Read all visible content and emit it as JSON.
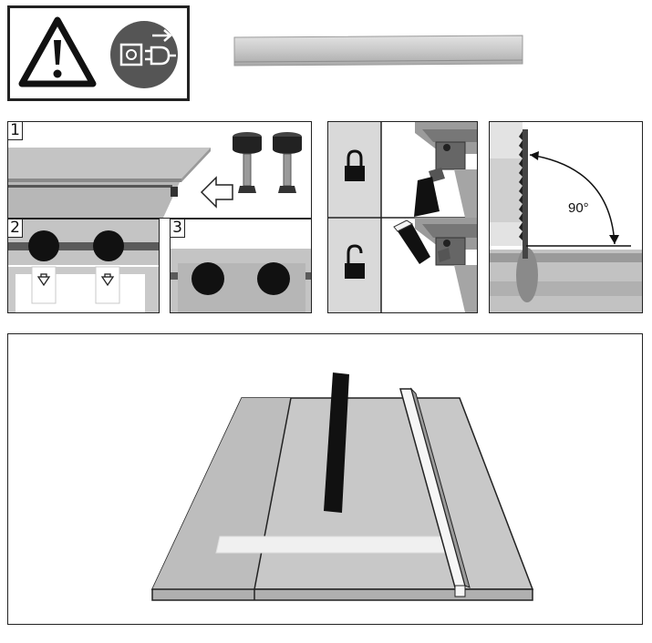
{
  "steps": [
    "1",
    "2",
    "3"
  ],
  "angle_label": "90°",
  "icons": {
    "warning": "warning-triangle-icon",
    "unplug": "unplug-power-icon",
    "lock_closed": "lock-closed-icon",
    "lock_open": "lock-open-icon"
  },
  "colors": {
    "ink": "#111111",
    "panel_gray": "#b4b4b4",
    "dark_gray": "#555555",
    "light_gray": "#dcdcdc"
  }
}
